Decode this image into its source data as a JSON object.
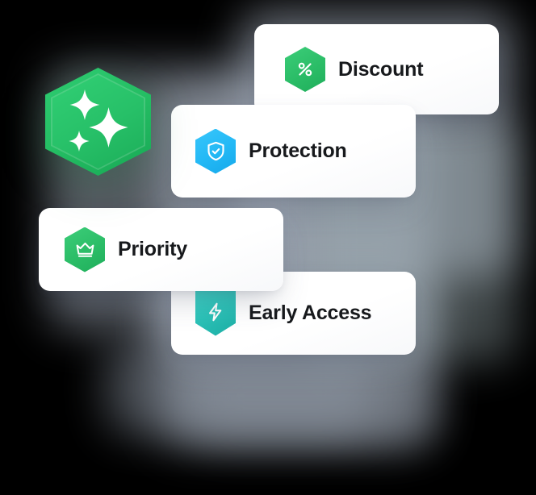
{
  "badge": {
    "icon": "sparkles-icon",
    "color": "#26c264"
  },
  "cards": [
    {
      "label": "Discount",
      "icon": "percent-hexagon-icon",
      "color": "#2ebf6a",
      "shape": "hexagon"
    },
    {
      "label": "Protection",
      "icon": "shield-check-hexagon-icon",
      "color": "#22b8f5",
      "shape": "hexagon"
    },
    {
      "label": "Priority",
      "icon": "crown-hexagon-icon",
      "color": "#2bbd68",
      "shape": "hexagon"
    },
    {
      "label": "Early Access",
      "icon": "lightning-bolt-hexagon-icon",
      "color": "#29bfb5",
      "shape": "shield"
    }
  ]
}
